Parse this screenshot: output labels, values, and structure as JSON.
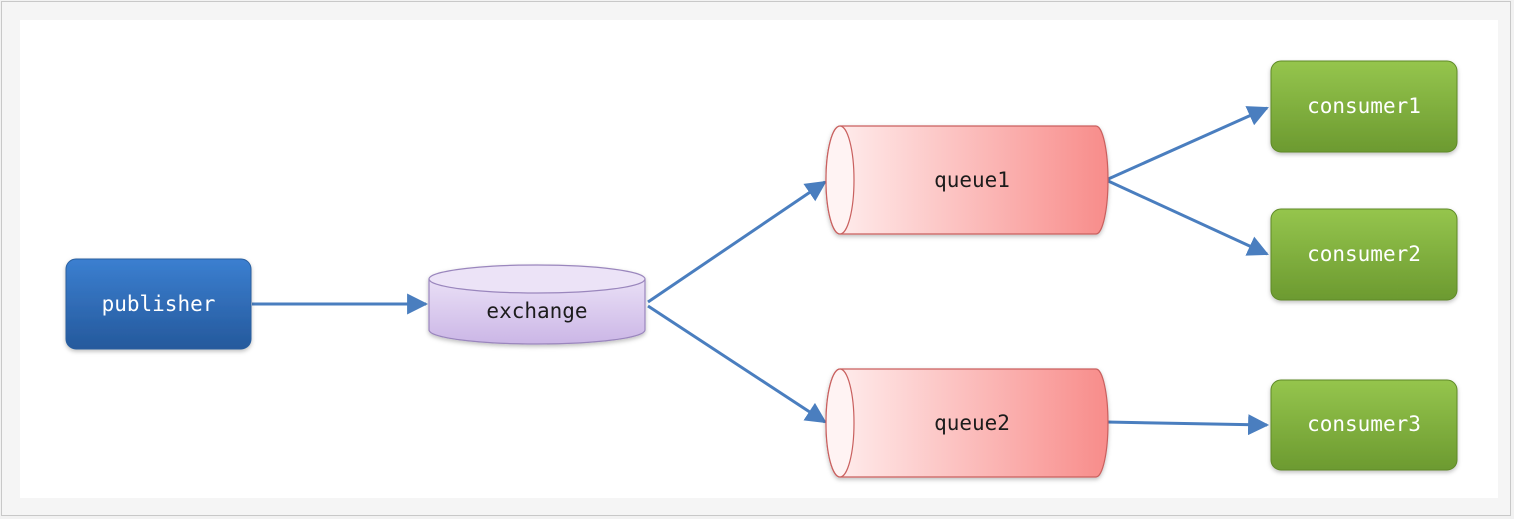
{
  "diagram": {
    "nodes": {
      "publisher": {
        "label": "publisher",
        "shape": "rounded-box",
        "color": "#2f6db5"
      },
      "exchange": {
        "label": "exchange",
        "shape": "cylinder",
        "color": "#d7c6ec"
      },
      "queue1": {
        "label": "queue1",
        "shape": "horizontal-cylinder",
        "color": "#f99a99"
      },
      "queue2": {
        "label": "queue2",
        "shape": "horizontal-cylinder",
        "color": "#f99a99"
      },
      "consumer1": {
        "label": "consumer1",
        "shape": "rounded-box",
        "color": "#7fad3c"
      },
      "consumer2": {
        "label": "consumer2",
        "shape": "rounded-box",
        "color": "#7fad3c"
      },
      "consumer3": {
        "label": "consumer3",
        "shape": "rounded-box",
        "color": "#7fad3c"
      }
    },
    "edges": [
      {
        "from": "publisher",
        "to": "exchange"
      },
      {
        "from": "exchange",
        "to": "queue1"
      },
      {
        "from": "exchange",
        "to": "queue2"
      },
      {
        "from": "queue1",
        "to": "consumer1"
      },
      {
        "from": "queue1",
        "to": "consumer2"
      },
      {
        "from": "queue2",
        "to": "consumer3"
      }
    ],
    "edge_color": "#4a7ebf"
  }
}
